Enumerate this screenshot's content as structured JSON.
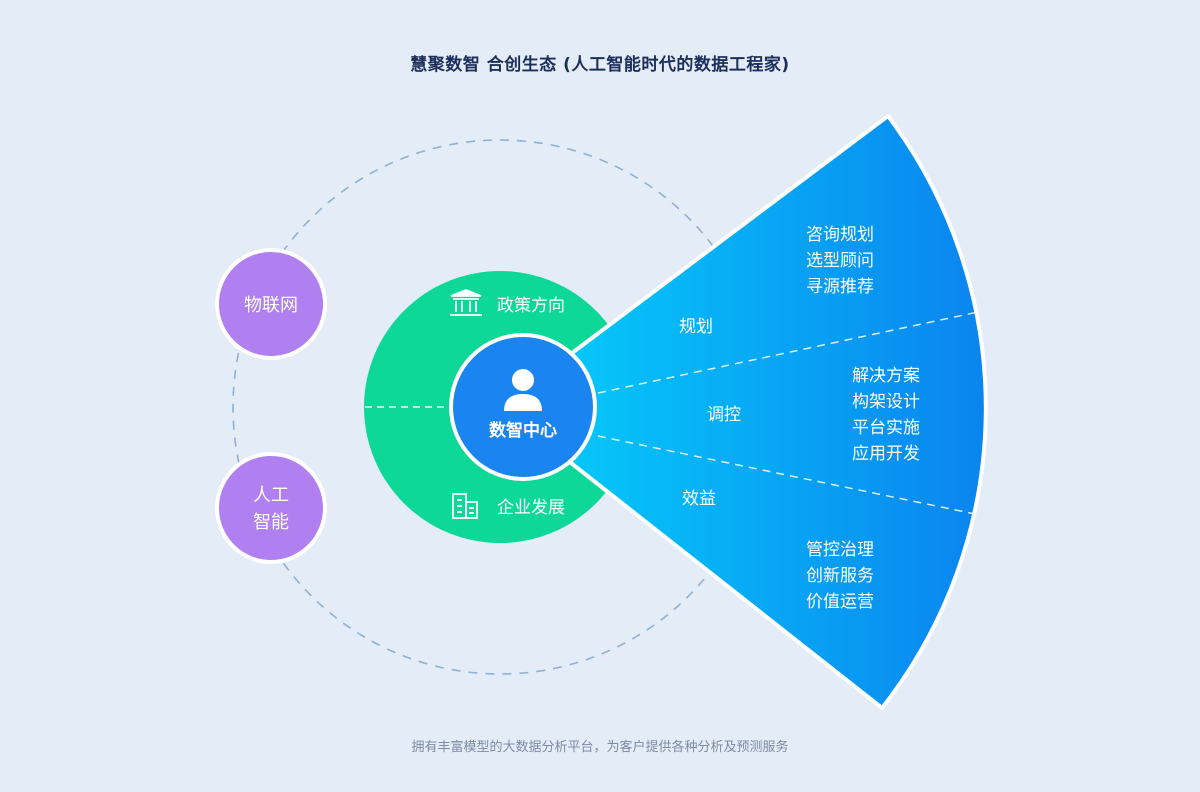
{
  "title": "慧聚数智 合创生态 (人工智能时代的数据工程家)",
  "footer": "拥有丰富模型的大数据分析平台，为客户提供各种分析及预测服务",
  "center": {
    "label": "数智中心",
    "icon": "user-icon"
  },
  "green_ring": {
    "top": {
      "label": "政策方向",
      "icon": "government-building-icon"
    },
    "bottom": {
      "label": "企业发展",
      "icon": "office-building-icon"
    }
  },
  "satellites": [
    {
      "id": "iot",
      "lines": [
        "物联网"
      ]
    },
    {
      "id": "ai",
      "lines": [
        "人工",
        "智能"
      ]
    }
  ],
  "fan_sections": [
    {
      "label": "规划",
      "items": [
        "咨询规划",
        "选型顾问",
        "寻源推荐"
      ]
    },
    {
      "label": "调控",
      "items": [
        "解决方案",
        "构架设计",
        "平台实施",
        "应用开发"
      ]
    },
    {
      "label": "效益",
      "items": [
        "管控治理",
        "创新服务",
        "价值运营"
      ]
    }
  ],
  "colors": {
    "background": "#e4ecf7",
    "green": "#0dd897",
    "center_blue": "#1a85f0",
    "fan_start": "#05cbfa",
    "fan_end": "#0c86f0",
    "satellite": "#b07ff0",
    "dashed": "#8fb0d4"
  }
}
